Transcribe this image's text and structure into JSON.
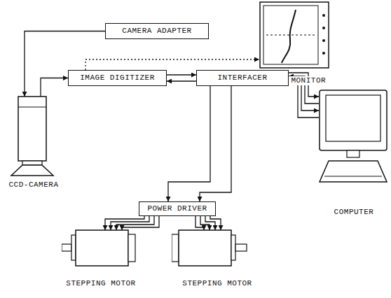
{
  "diagram": {
    "nodes": [
      {
        "text": [
          "T.V. MONITOR"
        ]
      },
      {
        "text": [
          "CAMERA ADAPTER"
        ]
      },
      {
        "text": [
          "IMAGE DIGITIZER"
        ]
      },
      {
        "text": [
          "INTERFACER"
        ]
      },
      {
        "text": [
          "COMPUTER"
        ]
      },
      {
        "text": [
          "CCD-CAMERA"
        ]
      },
      {
        "text": [
          "POWER DRIVER"
        ]
      },
      {
        "text": [
          "STEPPING MOTOR"
        ]
      },
      {
        "text": [
          "STEPPING MOTOR"
        ]
      }
    ],
    "edges": [
      {
        "from": 1,
        "to": 5,
        "arrow": "to"
      },
      {
        "from": 5,
        "to": 2,
        "arrow": "to"
      },
      {
        "from": 2,
        "to": 0,
        "arrow": "to"
      },
      {
        "from": 2,
        "to": 3,
        "arrow": "to"
      },
      {
        "from": 3,
        "to": 2,
        "arrow": "to"
      },
      {
        "from": 3,
        "to": 4,
        "arrow": "to"
      },
      {
        "from": 4,
        "to": 3,
        "arrow": "to"
      },
      {
        "from": 3,
        "to": 4,
        "arrow": "to"
      },
      {
        "from": 4,
        "to": 3,
        "arrow": "to"
      },
      {
        "from": 3,
        "to": 6,
        "arrow": "to"
      },
      {
        "from": 3,
        "to": 6,
        "arrow": "to"
      },
      {
        "from": 6,
        "to": 7,
        "arrow": "to"
      },
      {
        "from": 6,
        "to": 7,
        "arrow": "to"
      },
      {
        "from": 6,
        "to": 7,
        "arrow": "to"
      },
      {
        "from": 6,
        "to": 7,
        "arrow": "to"
      },
      {
        "from": 6,
        "to": 8,
        "arrow": "to"
      },
      {
        "from": 6,
        "to": 8,
        "arrow": "to"
      },
      {
        "from": 6,
        "to": 8,
        "arrow": "to"
      },
      {
        "from": 6,
        "to": 8,
        "arrow": "to"
      }
    ]
  }
}
